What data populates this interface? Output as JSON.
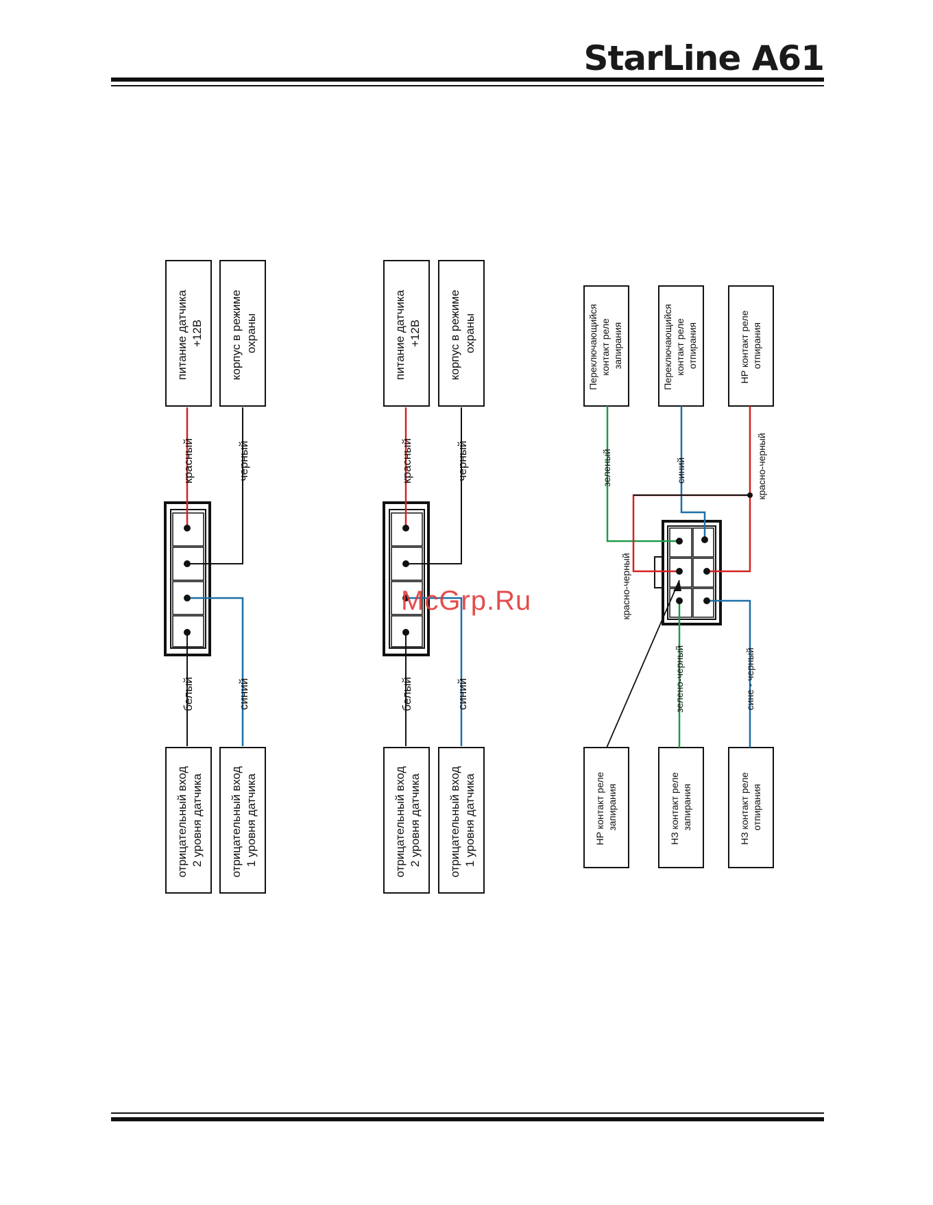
{
  "header": {
    "brand": "StarLine A61"
  },
  "watermark": "McGrp.Ru",
  "diagram_left": {
    "label_power": [
      "питание датчика",
      "+12В"
    ],
    "label_ground": [
      "корпус в режиме",
      "охраны"
    ],
    "label_input2": [
      "отрицательный вход",
      "2 уровня датчика"
    ],
    "label_input1": [
      "отрицательный вход",
      "1 уровня датчика"
    ],
    "wire_red": "красный",
    "wire_black": "черный",
    "wire_white": "белый",
    "wire_blue": "синий"
  },
  "diagram_middle": {
    "label_power": [
      "питание датчика",
      "+12В"
    ],
    "label_ground": [
      "корпус в режиме",
      "охраны"
    ],
    "label_input2": [
      "отрицательный вход",
      "2 уровня датчика"
    ],
    "label_input1": [
      "отрицательный вход",
      "1 уровня датчика"
    ],
    "wire_red": "красный",
    "wire_black": "черный",
    "wire_white": "белый",
    "wire_blue": "синий"
  },
  "diagram_right": {
    "box_switch_lock": [
      "Переключающийся",
      "контакт реле",
      "запирания"
    ],
    "box_switch_unlock": [
      "Переключающийся",
      "контакт реле",
      "отпирания"
    ],
    "box_no_unlock": [
      "НР контакт реле",
      "отпирания"
    ],
    "box_no_lock": [
      "НР контакт реле",
      "запирания"
    ],
    "box_nc_lock": [
      "НЗ контакт реле",
      "запирания"
    ],
    "box_nc_unlock": [
      "НЗ контакт реле",
      "отпирания"
    ],
    "wire_green": "зеленый",
    "wire_blue": "синий",
    "wire_red_black_top": "красно-черный",
    "wire_red_black_left": "красно-черный",
    "wire_green_black": "зелено-черный",
    "wire_blue_black": "сине - черный"
  },
  "colors": {
    "red": "#d42020",
    "blue": "#1a6fa8",
    "green": "#1f9a4a",
    "black": "#111111"
  }
}
